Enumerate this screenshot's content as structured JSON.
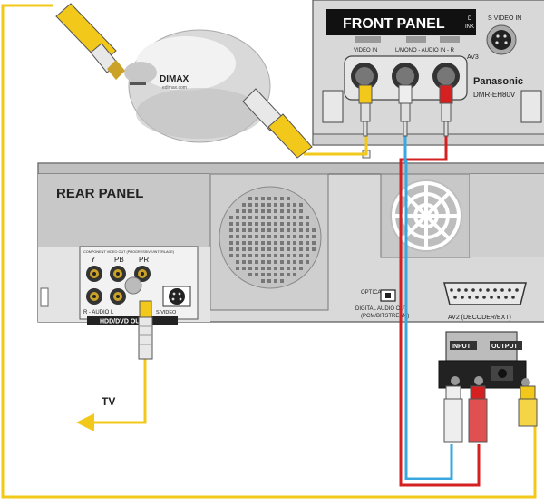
{
  "front_panel": {
    "title": "FRONT PANEL",
    "svideo_label": "S VIDEO IN",
    "video_in_label": "VIDEO IN",
    "audio_in_label": "L/MONO - AUDIO IN - R",
    "av3_label": "AV3",
    "brand": "Panasonic",
    "model": "DMR-EH80V",
    "cut_label_1": "D",
    "cut_label_2": "INK"
  },
  "rear_panel": {
    "title": "REAR PANEL",
    "component_header": "COMPONENT VIDEO OUT (PROGRESSIVE/INTERLACE)",
    "y_label": "Y",
    "pb_label": "PB",
    "pr_label": "PR",
    "audio_label": "R - AUDIO   L",
    "svideo_label": "S VIDEO",
    "hdd_dvd_out_label": "HDD/DVD OUT",
    "optical_label": "OPTICAL",
    "digital_audio_label": "DIGITAL AUDIO OUT",
    "pcm_label": "(PCM/BITSTREAM)",
    "av2_label": "AV2 (DECODER/EXT)"
  },
  "adapter": {
    "input_label": "INPUT",
    "output_label": "OUTPUT"
  },
  "dimax": {
    "brand": "DIMAX",
    "url": "edimax.com"
  },
  "tv_label": "TV",
  "colors": {
    "yellow_cable": "#f2c81a",
    "red_cable": "#d42020",
    "blue_cable": "#39a8e0",
    "panel": "#d4d4d4",
    "panel_dark": "#bdbdbd"
  }
}
